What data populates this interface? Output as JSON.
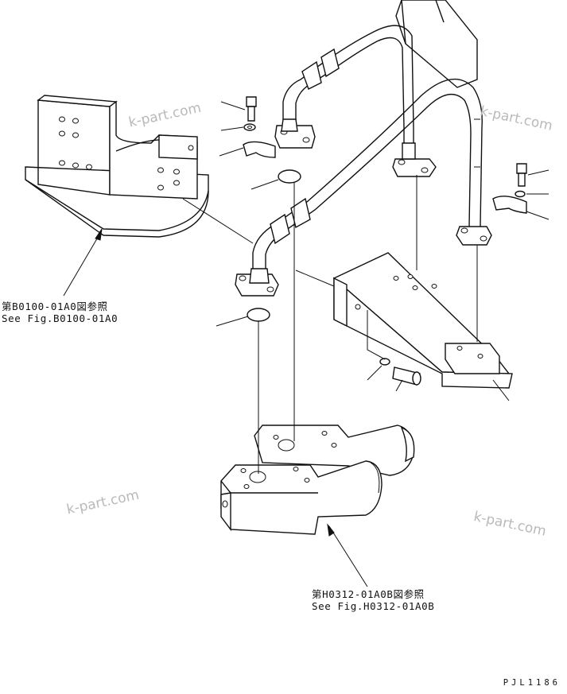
{
  "watermarks": [
    "k-part.com",
    "k-part.com",
    "k-part.com",
    "k-part.com"
  ],
  "callouts": {
    "frame_ref": {
      "line1": "第B0100-01A0図参照",
      "line2": "See Fig.B0100-01A0"
    },
    "valve_ref": {
      "line1": "第H0312-01A0B図参照",
      "line2": "See Fig.H0312-01A0B"
    }
  },
  "drawing_code": "PJL1186",
  "colors": {
    "line": "#111111",
    "watermark": "#b9b9b9",
    "background": "#ffffff"
  }
}
